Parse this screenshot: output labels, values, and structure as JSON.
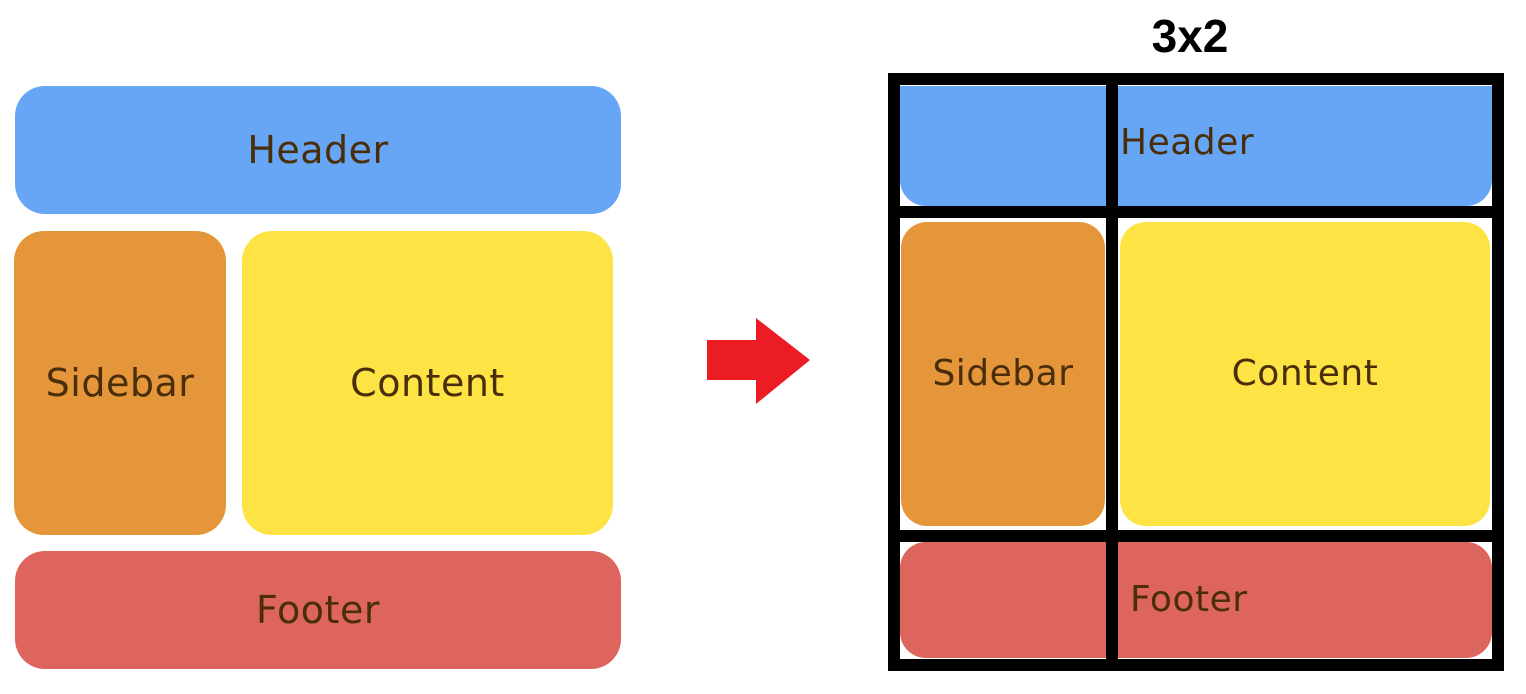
{
  "left_layout": {
    "header": "Header",
    "sidebar": "Sidebar",
    "content": "Content",
    "footer": "Footer"
  },
  "right_layout": {
    "grid_label": "3x2",
    "header": "Header",
    "sidebar": "Sidebar",
    "content": "Content",
    "footer": "Footer"
  },
  "colors": {
    "header": "#67a5f5",
    "sidebar": "#e5963a",
    "content": "#fde344",
    "footer": "#de655e",
    "arrow": "#ec1c24",
    "grid_lines": "#000000"
  },
  "icons": {
    "arrow": "arrow-right-icon"
  }
}
